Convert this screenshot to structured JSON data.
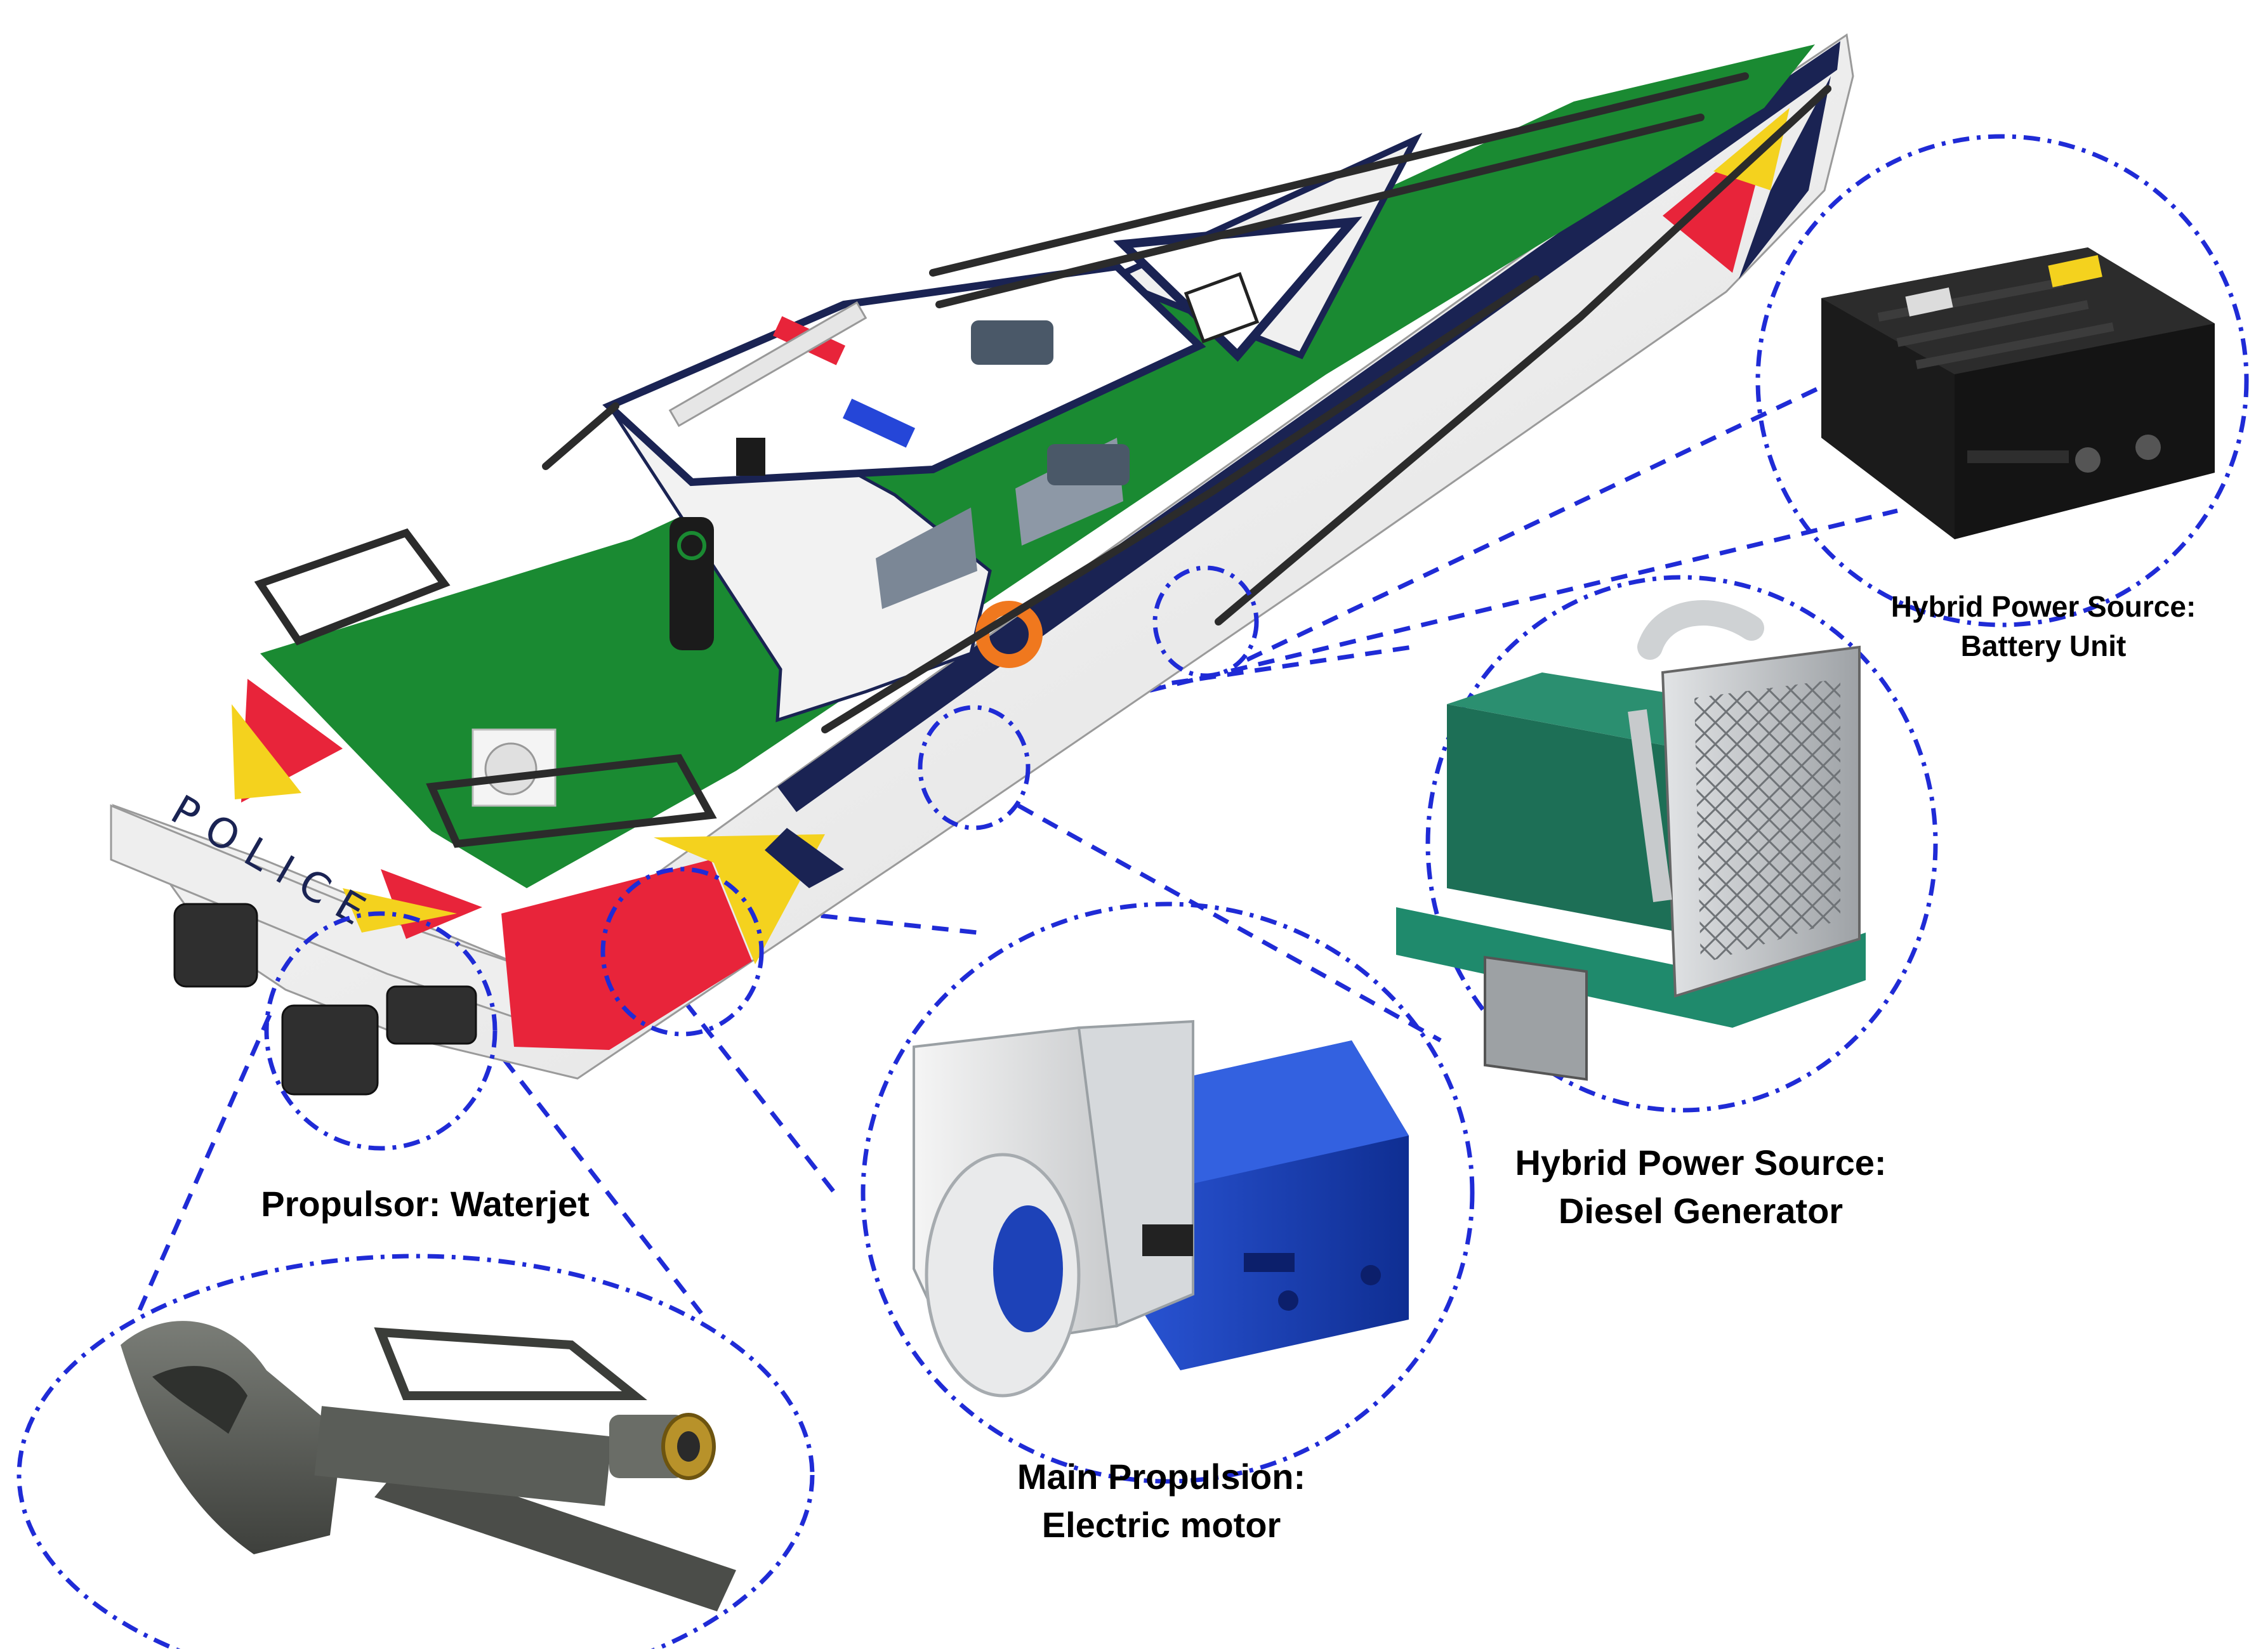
{
  "boat": {
    "hull_text": "POLICE"
  },
  "captions": {
    "battery": [
      "Hybrid Power Source:",
      "Battery Unit"
    ],
    "generator": [
      "Hybrid Power Source:",
      "Diesel Generator"
    ],
    "motor": [
      "Main Propulsion:",
      "Electric motor"
    ],
    "waterjet": [
      "Propulsor: Waterjet"
    ]
  },
  "colors": {
    "callout_line": "#1f2bd6",
    "deck_green": "#1a8a32",
    "hull_navy": "#1a2353",
    "hull_white": "#f4f4f4",
    "stripe_red": "#e8243a",
    "stripe_yellow": "#f4d21e",
    "motor_blue": "#1d42b8",
    "generator_green": "#1f8a6c",
    "battery_black": "#1b1b1b",
    "waterjet_gray": "#5a5d58"
  }
}
